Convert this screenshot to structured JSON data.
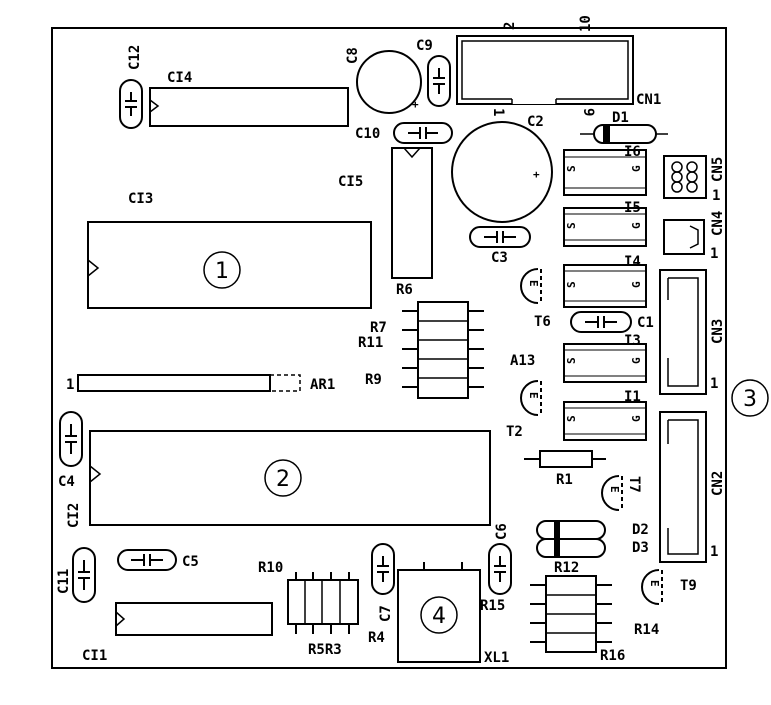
{
  "labels": {
    "C12": "C12",
    "C8": "C8",
    "C9": "C9",
    "CI4": "CI4",
    "pin2": "2",
    "pin10": "10",
    "pin1": "1",
    "pin9": "9",
    "CN1": "CN1",
    "C10": "C10",
    "C2": "C2",
    "D1": "D1",
    "I6": "I6",
    "CN5": "CN5",
    "CN5_1": "1",
    "CI3": "CI3",
    "CI5": "CI5",
    "I5": "I5",
    "CN4": "CN4",
    "CN4_1": "1",
    "C3": "C3",
    "I4": "I4",
    "R6": "R6",
    "R7": "R7",
    "R11": "R11",
    "T6": "T6",
    "C1": "C1",
    "I3": "I3",
    "CN3": "CN3",
    "CN3_1": "1",
    "A13": "A13",
    "R9": "R9",
    "AR1": "AR1",
    "AR1_1": "1",
    "I1": "I1",
    "T2": "T2",
    "C4": "C4",
    "CI2": "CI2",
    "R1": "R1",
    "T7": "T7",
    "CN2": "CN2",
    "CN2_1": "1",
    "C6": "C6",
    "D2": "D2",
    "D3": "D3",
    "C11": "C11",
    "C5": "C5",
    "R10": "R10",
    "R12": "R12",
    "C7": "C7",
    "R15": "R15",
    "T9": "T9",
    "R14": "R14",
    "R4": "R4",
    "R5R3": "R5R3",
    "CI1": "CI1",
    "XL1": "XL1",
    "R16": "R16",
    "chip_s": "S",
    "chip_g": "G"
  },
  "markers": {
    "m1": "1",
    "m2": "2",
    "m3": "3",
    "m4": "4"
  }
}
